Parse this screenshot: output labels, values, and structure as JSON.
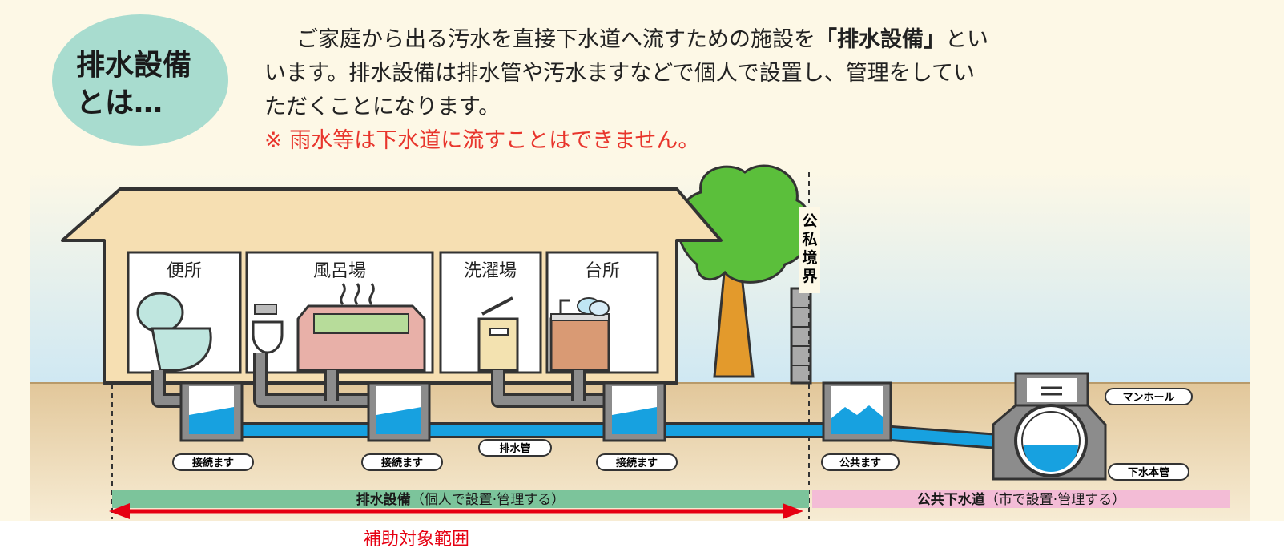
{
  "heading": {
    "circle_line1": "排水設備",
    "circle_line2": "とは…"
  },
  "intro": {
    "line1_pre": "ご家庭から出る汚水を直接下水道へ流すための施設を",
    "line1_bold": "「排水設備」",
    "line1_post": "とい",
    "line2": "います。排水設備は排水管や汚水ますなどで個人で設置し、管理をしてい",
    "line3": "ただくことになります。",
    "note": "※ 雨水等は下水道に流すことはできません。"
  },
  "rooms": {
    "toilet": "便所",
    "bath": "風呂場",
    "laundry": "洗濯場",
    "kitchen": "台所"
  },
  "boundary": [
    "公",
    "私",
    "境",
    "界"
  ],
  "labels": {
    "connect_1": "接続ます",
    "connect_2": "接続ます",
    "connect_3": "接続ます",
    "drain_pipe": "排水管",
    "public_basin": "公共ます",
    "manhole": "マンホール",
    "main_sewer": "下水本管"
  },
  "bars": {
    "private_bold": "排水設備",
    "private_rest": "（個人で設置·管理する）",
    "public_bold": "公共下水道",
    "public_rest": "（市で設置·管理する）"
  },
  "subsidy": "補助対象範囲",
  "colors": {
    "page_bg": "#fdf8e6",
    "circle": "#a8dccf",
    "note_red": "#e8352c",
    "wall": "#f6dfb2",
    "soil": "#e6cfa6",
    "water": "#17a1e0",
    "green_bar": "#7cc49b",
    "pink_bar": "#f3bcd6",
    "arrow_red": "#e60012"
  }
}
